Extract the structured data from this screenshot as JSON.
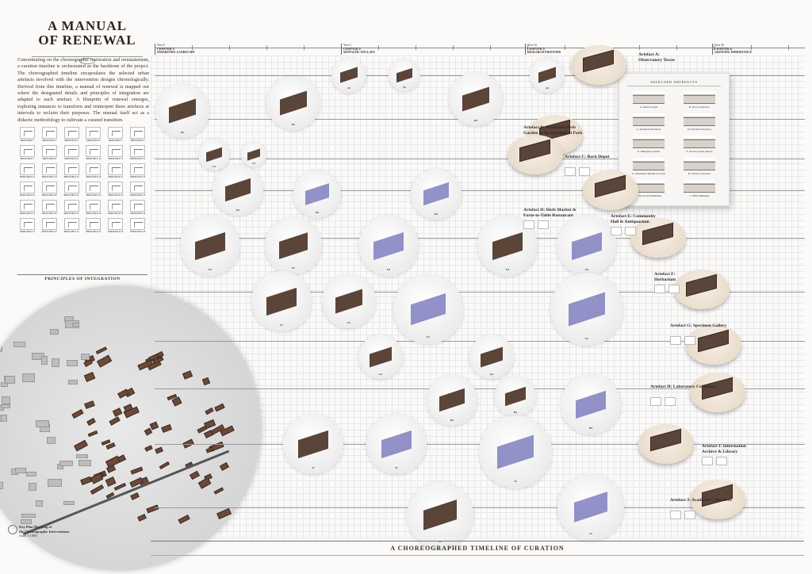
{
  "title": {
    "line1": "A MANUAL",
    "line2": "OF RENEWAL"
  },
  "intro": "Concentrating on the chronographic restoration and reinstatement, a curation timeline is orchestrated as the backbone of the project. The choreographed timeline encapsulates the selected urban artefacts involved with the intervention designs chronologically. Derived from this timeline, a manual of renewal is mapped out where the designated details and principles of integration are adapted to each artefact. A blueprint of renewal emerges, exploring instances to transform and reinterpret these artefacts at intervals to reclaim their purposes. The manual itself act as a didactic methodology to cultivate a curated transition.",
  "principles": {
    "title": "PRINCIPLES OF INTEGRATION",
    "items": [
      "PRINCIPLE 1",
      "PRINCIPLE 2",
      "PRINCIPLE 3",
      "PRINCIPLE 4",
      "PRINCIPLE 5",
      "PRINCIPLE 6",
      "PRINCIPLE 7",
      "PRINCIPLE 8",
      "PRINCIPLE 9",
      "PRINCIPLE 10",
      "PRINCIPLE 11",
      "PRINCIPLE 12",
      "PRINCIPLE 13",
      "PRINCIPLE 14",
      "PRINCIPLE 15",
      "PRINCIPLE 16",
      "PRINCIPLE 17",
      "PRINCIPLE 18",
      "PRINCIPLE 19",
      "PRINCIPLE 20",
      "PRINCIPLE 21",
      "PRINCIPLE 22",
      "PRINCIPLE 23",
      "PRINCIPLE 24",
      "PRINCIPLE 25",
      "PRINCIPLE 26",
      "PRINCIPLE 27",
      "PRINCIPLE 28",
      "PRINCIPLE 29",
      "PRINCIPLE 30",
      "PRINCIPLE 31",
      "PRINCIPLE 32",
      "PRINCIPLE 33",
      "PRINCIPLE 34",
      "PRINCIPLE 35",
      "PRINCIPLE 36"
    ]
  },
  "keyplan": {
    "caption1": "Key Plan Mapping of",
    "caption2": "the Chronographic Interventions",
    "scale": "scale 1:1000"
  },
  "chapters": [
    {
      "year": "Year 0",
      "chapter": "CHAPTER 1:",
      "name": "INHABITING LANDSCAPE"
    },
    {
      "year": "Year 5",
      "chapter": "CHAPTER 2:",
      "name": "MONASTIC ENCLAVE"
    },
    {
      "year": "Year 10",
      "chapter": "CHAPTER 3:",
      "name": "RESEARCH FRONTIER"
    },
    {
      "year": "Year 20",
      "chapter": "CHAPTER 4:",
      "name": "GROWING INHERITANCE"
    }
  ],
  "artefacts": [
    {
      "label": "Artefact A:",
      "name": "Observatory Tower"
    },
    {
      "label": "Artefact B: Medicinal Herb",
      "name": "Garden & Archaeological Park"
    },
    {
      "label": "Artefact C: Barn Depot",
      "name": ""
    },
    {
      "label": "Artefact D: Herb Market &",
      "name": "Farm-to-Table Restaurant"
    },
    {
      "label": "Artefact E: Community",
      "name": "Hall & Antiquarium"
    },
    {
      "label": "Artefact F:",
      "name": "Herbarium"
    },
    {
      "label": "Artefact G: Specimen Gallery",
      "name": ""
    },
    {
      "label": "Artefact H: Laboratory Collectives",
      "name": ""
    },
    {
      "label": "Artefact I: Information",
      "name": "Archive & Library"
    },
    {
      "label": "Artefact J: Academic Collectives",
      "name": ""
    }
  ],
  "selected": {
    "title": "SELECTED ARTEFACTS",
    "items": [
      "A. Raised Chalet",
      "B. Row Collectives",
      "C. Abandoned Pavilion",
      "D. Informal Structures",
      "E. Multipurpose Hall",
      "F. Vacant Central Market",
      "G. Abandoned Detention Centre",
      "H. Utility Collectives",
      "I. Vacant Ward Building",
      "J. Office Buildings"
    ]
  },
  "vignettes": [
    "B1",
    "B2",
    "A1",
    "A2",
    "B3",
    "A3",
    "C1",
    "C2",
    "D1",
    "D2",
    "D3",
    "E1",
    "E2",
    "E3",
    "E4",
    "E5",
    "F1",
    "F2",
    "F3",
    "F4",
    "G1",
    "G2",
    "H1",
    "H3",
    "H2",
    "I1",
    "I2",
    "I3",
    "J1",
    "J2"
  ],
  "footer": "A CHOREOGRAPHED TIMELINE OF CURATION",
  "colors": {
    "brown": "#5b4438",
    "blue": "#6f6fb8",
    "paper": "#fbfaf8"
  }
}
